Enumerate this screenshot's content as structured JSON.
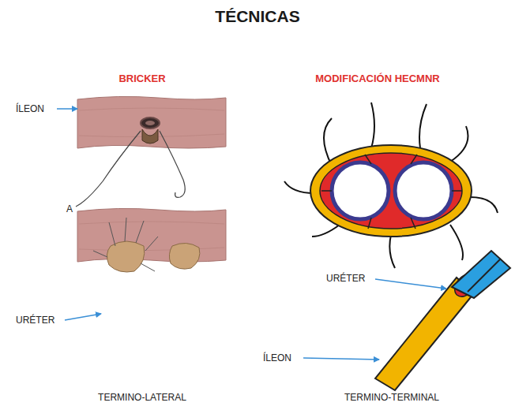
{
  "diagram": {
    "title": "TÉCNICAS",
    "labels": [
      "BRICKER",
      "MODIFICACIÓN HECMNR",
      "ÍLEON",
      "A",
      "URÉTER",
      "URÉTER",
      "ÍLEON",
      "TERMINO-LATERAL",
      "TERMINO-TERMINAL"
    ]
  }
}
